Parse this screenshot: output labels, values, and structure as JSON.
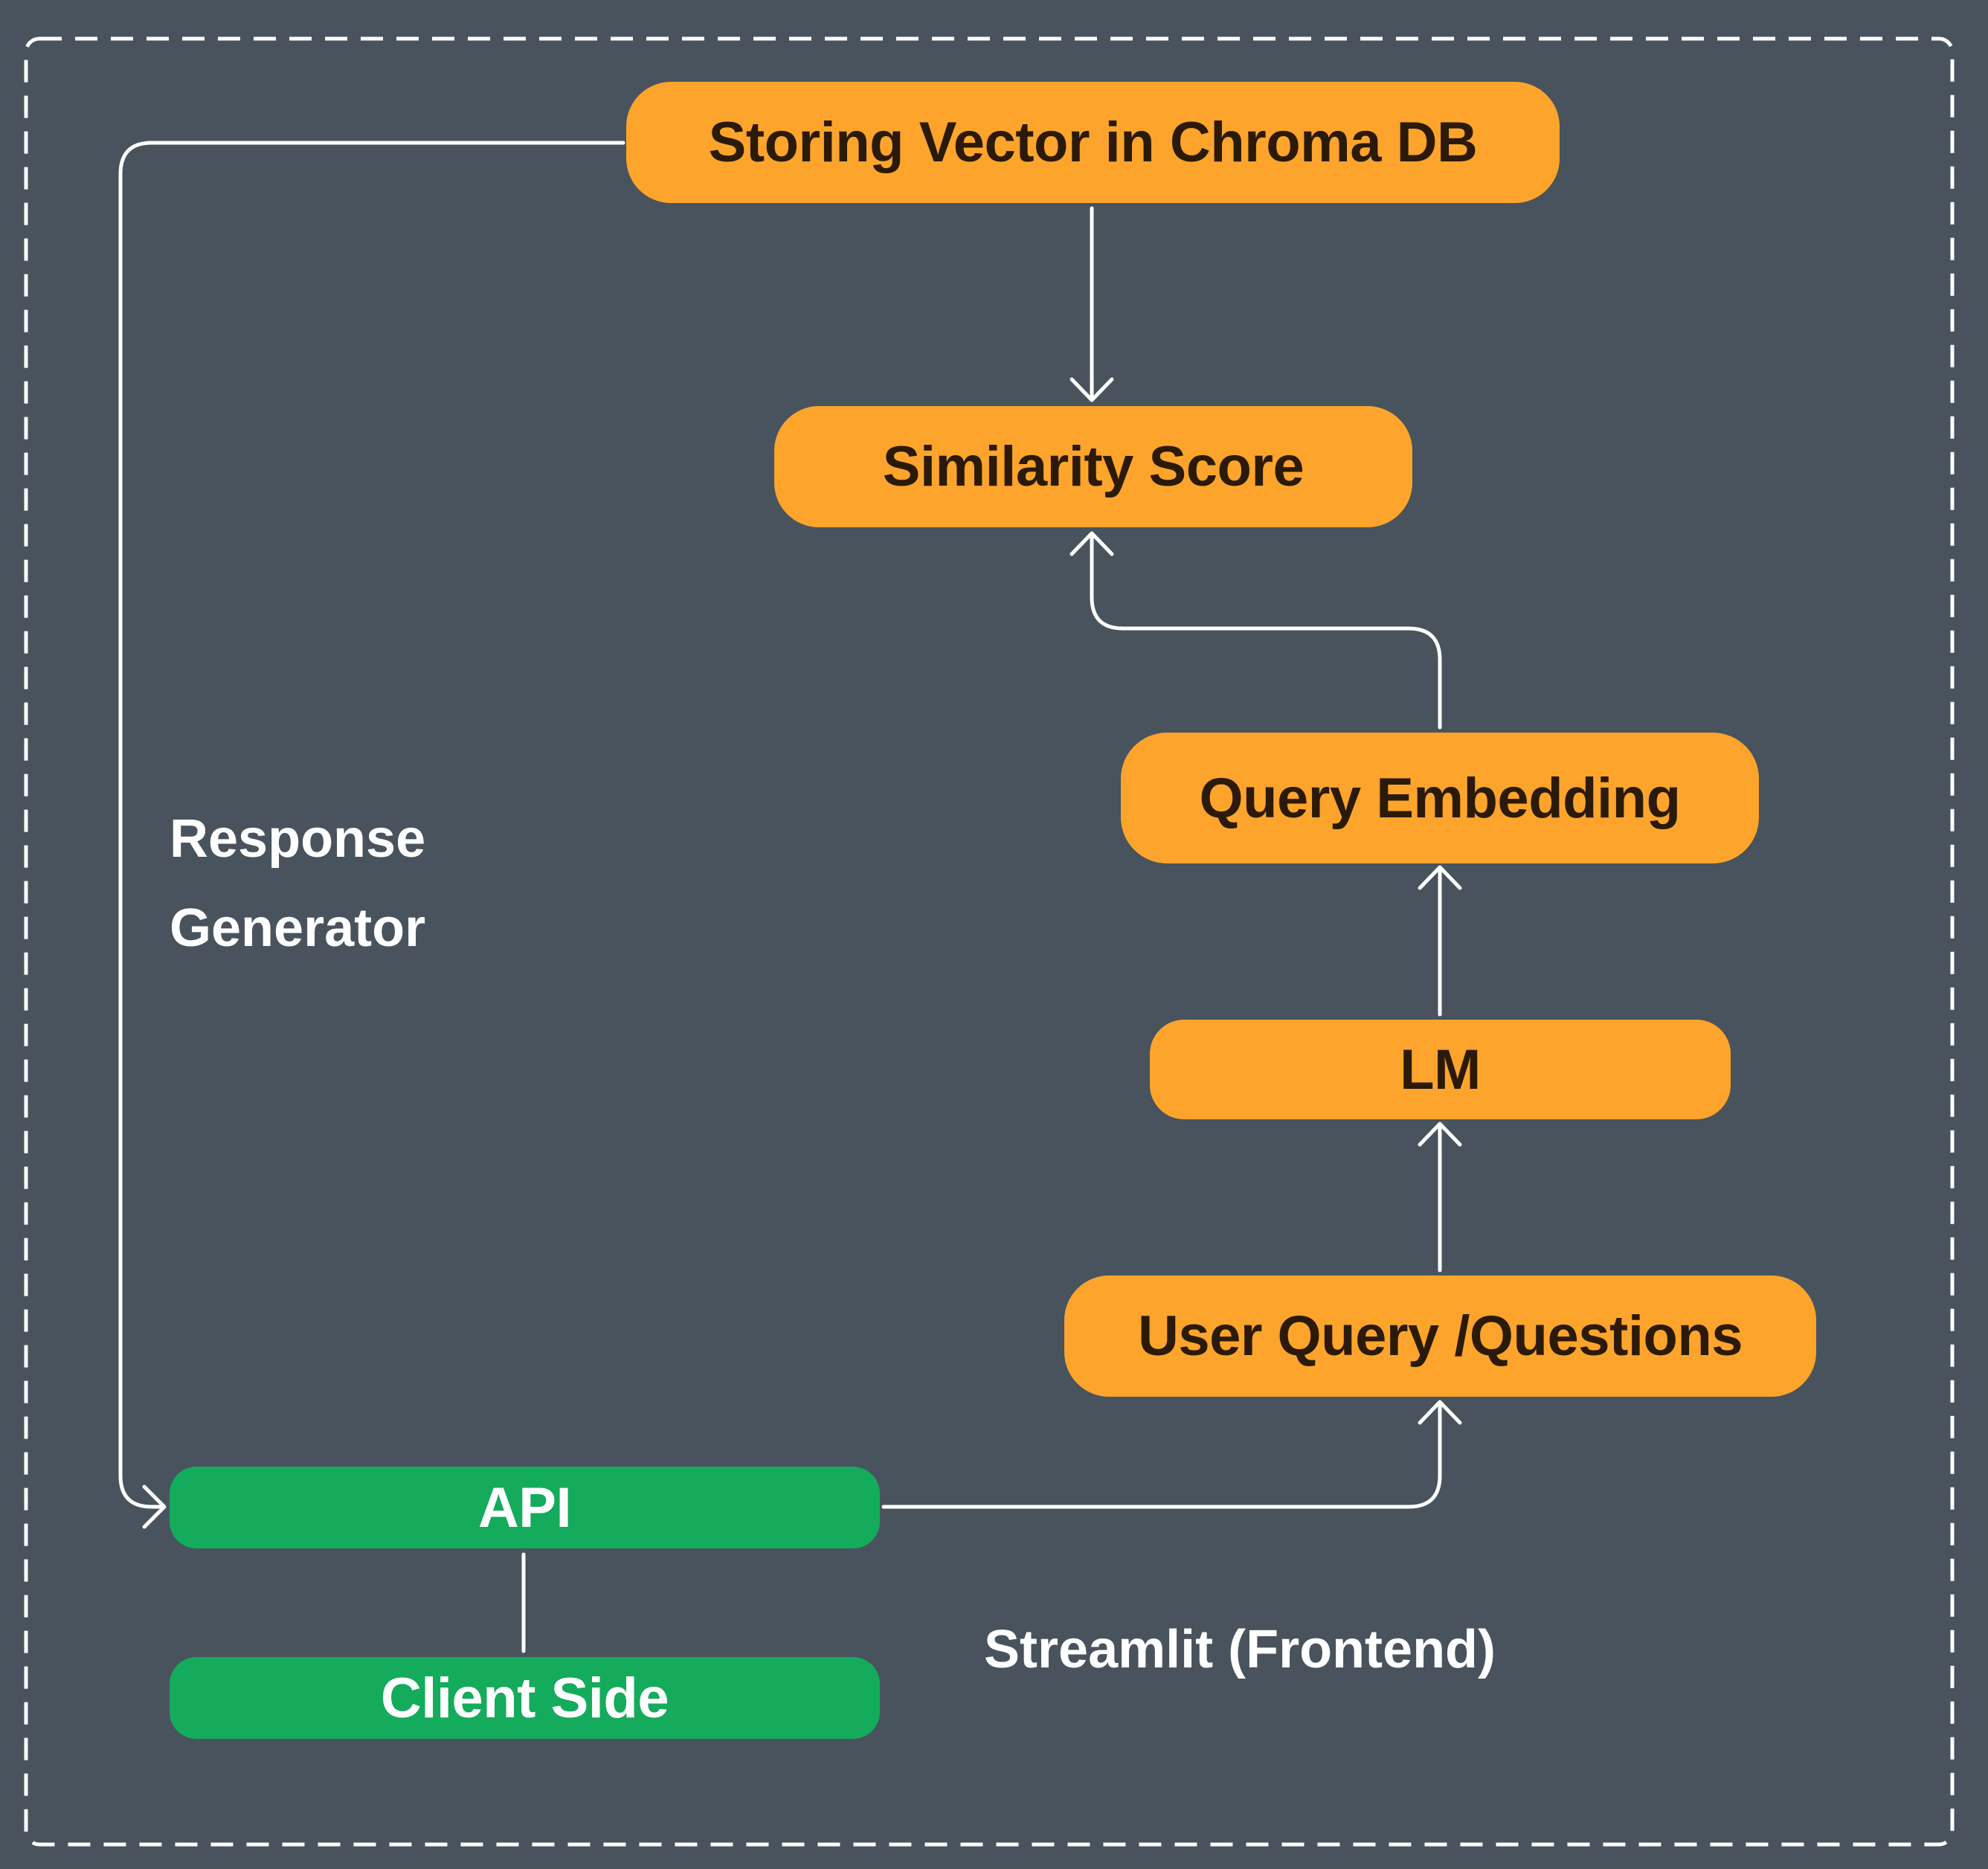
{
  "diagram": {
    "nodes": {
      "storing_vector": "Storing Vector in Chroma DB",
      "similarity_score": "Similarity Score",
      "query_embedding": "Query Embedding",
      "lm": "LM",
      "user_query": "User Query /Questions",
      "api": "API",
      "client_side": "Client Side"
    },
    "labels": {
      "response_line1": "Response",
      "response_line2": "Generator",
      "streamlit": "Streamlit (Frontend)"
    },
    "edges": [
      {
        "from": "Storing Vector in Chroma DB",
        "to": "Similarity Score"
      },
      {
        "from": "Query Embedding",
        "to": "Similarity Score"
      },
      {
        "from": "LM",
        "to": "Query Embedding"
      },
      {
        "from": "User Query /Questions",
        "to": "LM"
      },
      {
        "from": "API",
        "to": "User Query /Questions"
      },
      {
        "from": "Storing Vector in Chroma DB",
        "to": "API"
      },
      {
        "from": "API",
        "to": "Client Side",
        "arrow": false
      }
    ],
    "colors": {
      "background": "#48535d",
      "process_node": "#fda42c",
      "process_text": "#2b1a08",
      "frontend_node": "#15ab5c",
      "frontend_text": "#ffffff",
      "lines": "#ffffff"
    }
  }
}
